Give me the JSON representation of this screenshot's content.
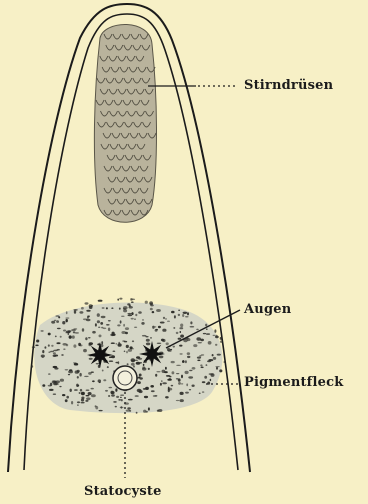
{
  "labels": {
    "stirndruesen": "Stirndrüsen",
    "augen": "Augen",
    "pigmentfleck": "Pigmentfleck",
    "statocyste": "Statocyste"
  },
  "colors": {
    "background": "#f7f0c6",
    "ink": "#1b1b1b",
    "gland_shade": "#b9b39c",
    "pigment_wash": "#cfd1c6"
  }
}
